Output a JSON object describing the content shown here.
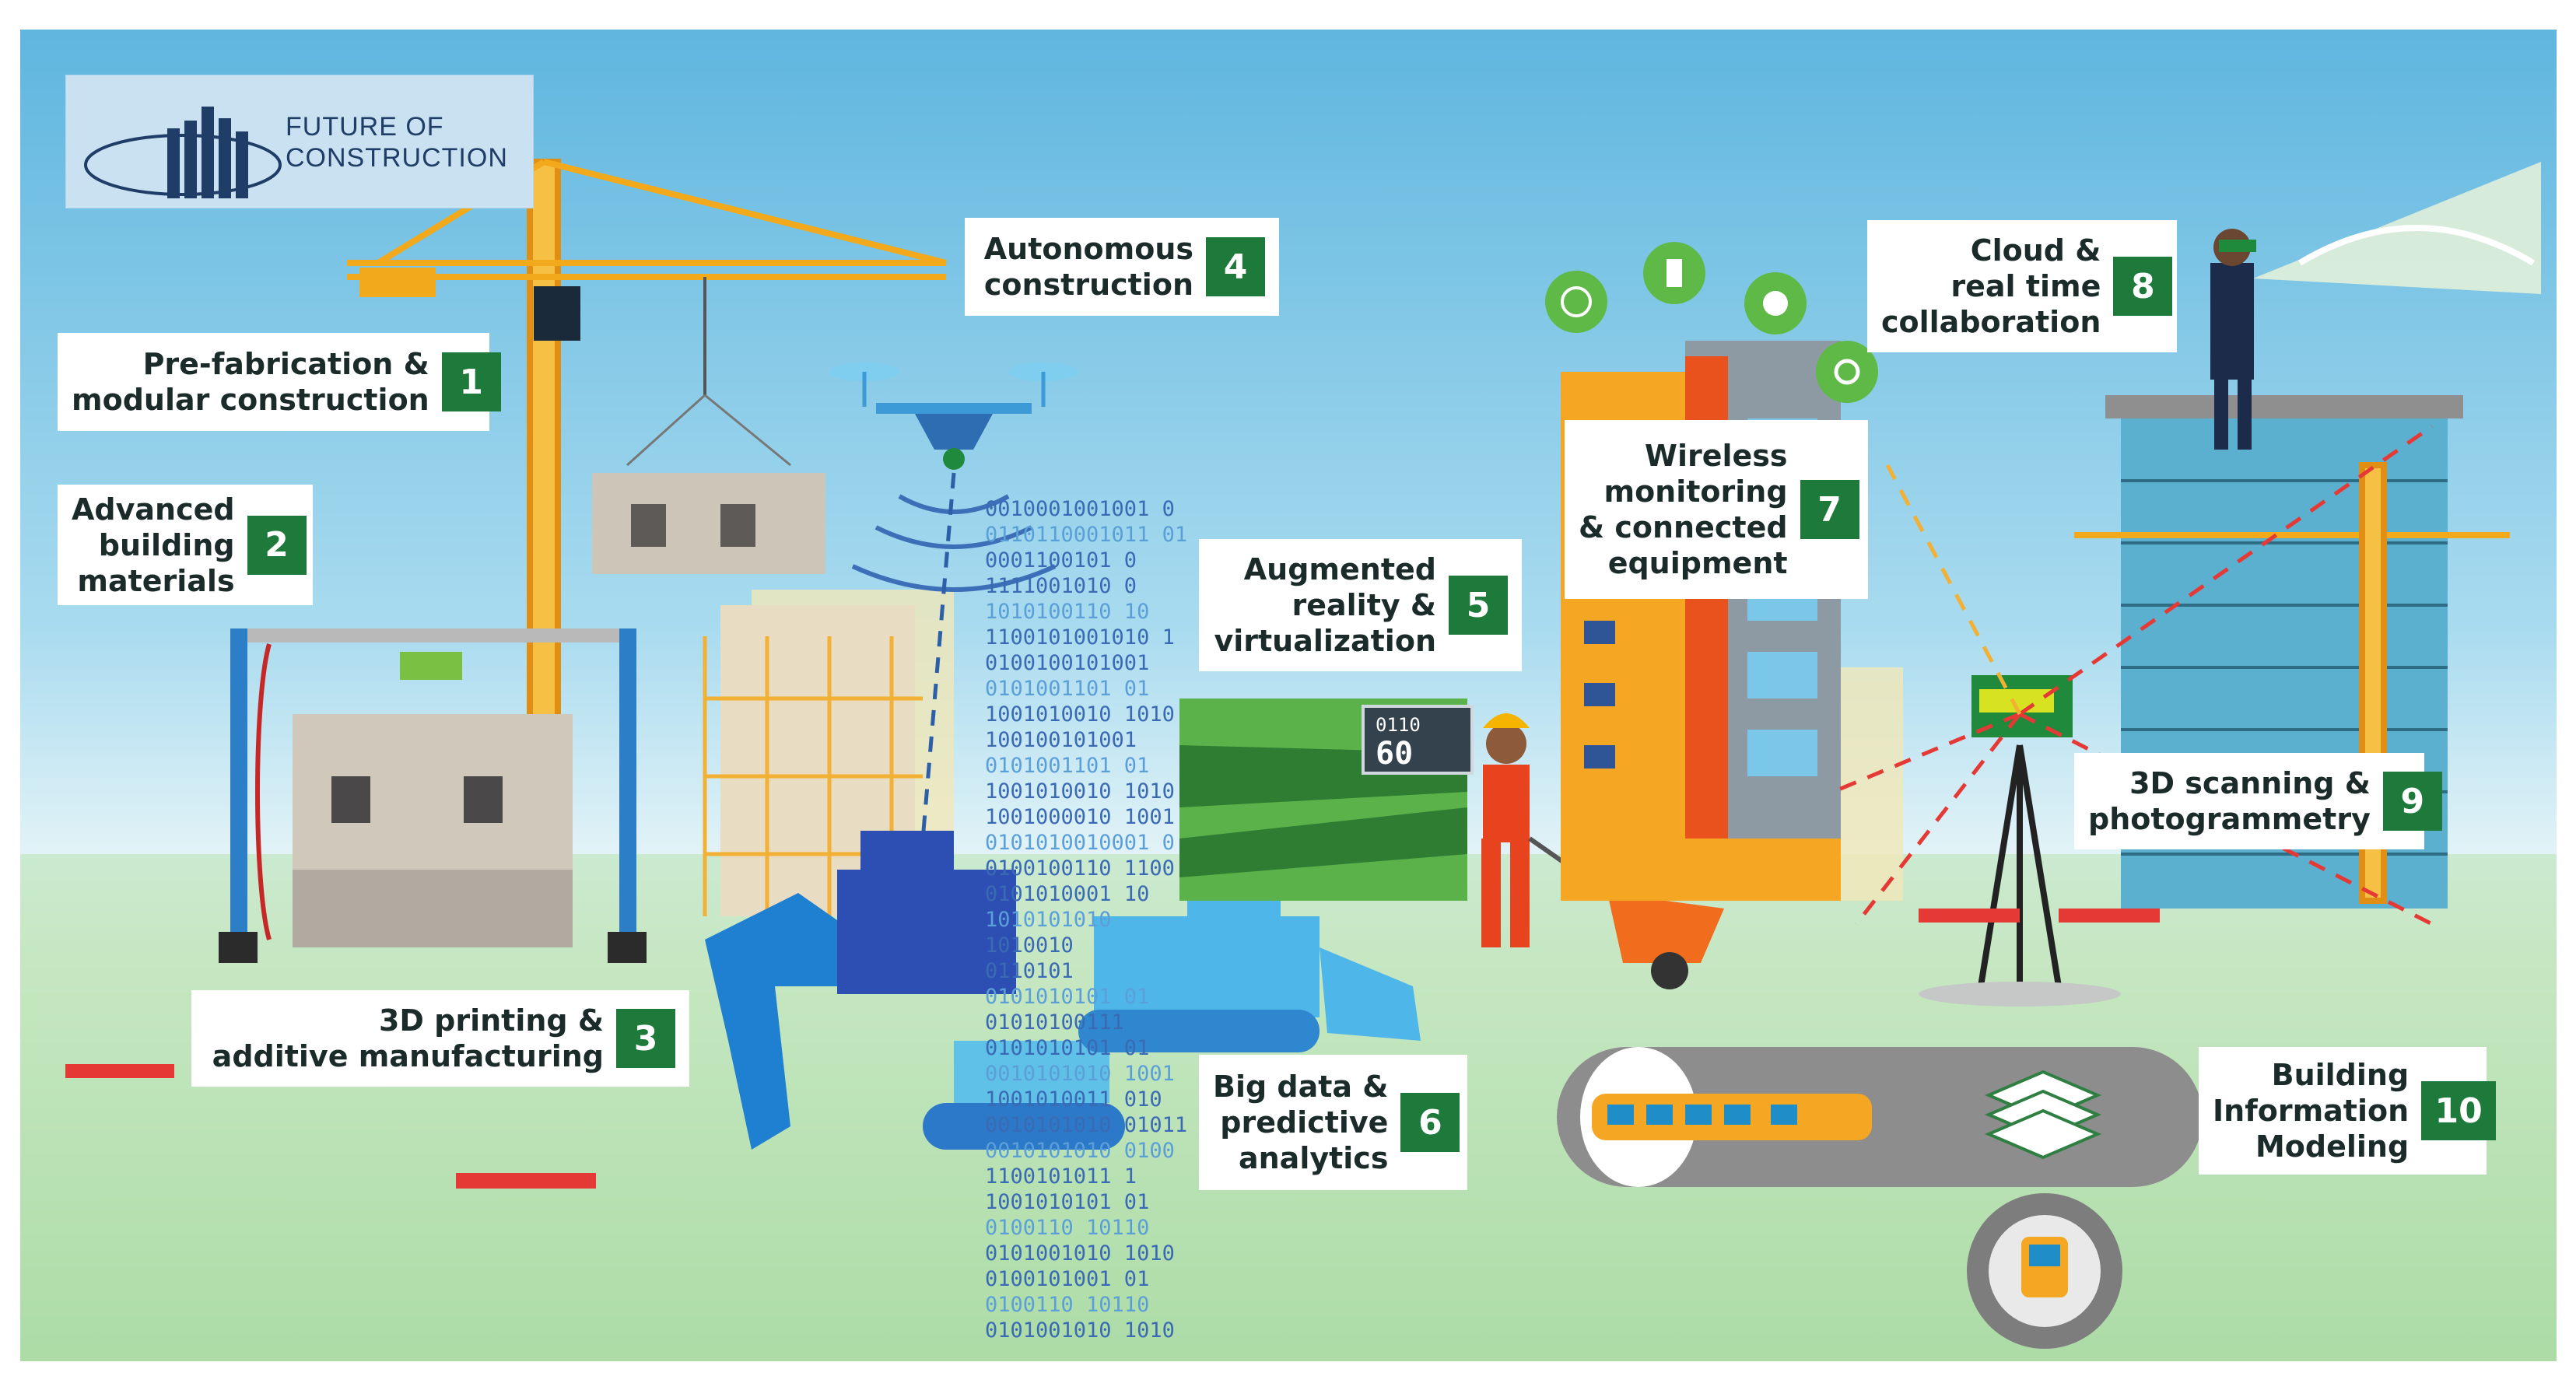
{
  "logo": {
    "line1": "FUTURE OF",
    "line2": "CONSTRUCTION"
  },
  "labels": [
    {
      "number": "1",
      "text": "Pre-fabrication &\nmodular construction"
    },
    {
      "number": "2",
      "text": "Advanced\nbuilding\nmaterials"
    },
    {
      "number": "3",
      "text": "3D printing &\nadditive manufacturing"
    },
    {
      "number": "4",
      "text": "Autonomous\nconstruction"
    },
    {
      "number": "5",
      "text": "Augmented\nreality &\nvirtualization"
    },
    {
      "number": "6",
      "text": "Big data &\npredictive\nanalytics"
    },
    {
      "number": "7",
      "text": "Wireless\nmonitoring\n& connected\nequipment"
    },
    {
      "number": "8",
      "text": "Cloud &\nreal time\ncollaboration"
    },
    {
      "number": "9",
      "text": "3D scanning &\nphotogrammetry"
    },
    {
      "number": "10",
      "text": "Building\nInformation\nModeling"
    }
  ],
  "ar_display": {
    "top": "0110",
    "bottom": "60"
  },
  "binary_stream": [
    "0010001001001 0",
    "0110110001011 01",
    "0001100101 0",
    "1111001010 0",
    "1010100110 10",
    "1100101001010 1",
    "0100100101001",
    "0101001101 01",
    "1001010010 1010",
    "100100101001",
    "0101001101 01",
    "1001010010 1010",
    "1001000010 1001",
    "0101010010001 0",
    "0100100110 1100",
    "0101010001 10",
    "1010101010",
    "1010010",
    "0110101",
    "0101010101 01",
    "01010100111",
    "0101010101 01",
    "0010101010 1001",
    "1001010011 010",
    "0010101010 01011",
    "0010101010 0100",
    "1100101011 1",
    "1001010101 01",
    "0100110 10110",
    "0101001010 1010",
    "0100101001 01",
    "0100110 10110",
    "0101001010 1010"
  ],
  "colors": {
    "label_badge": "#1e7a3b",
    "sky_top": "#5fb6df",
    "ground": "#9fd59a",
    "crane": "#f2a91c"
  },
  "icons": [
    "crane-icon",
    "drone-icon",
    "excavator-icon",
    "bulldozer-icon",
    "worker-icon",
    "sensor-icons",
    "vr-headset-icon",
    "bridge-hologram",
    "tripod-scanner-icon",
    "train-tunnel-icon",
    "stacked-layers-icon",
    "train-signal-icon"
  ]
}
